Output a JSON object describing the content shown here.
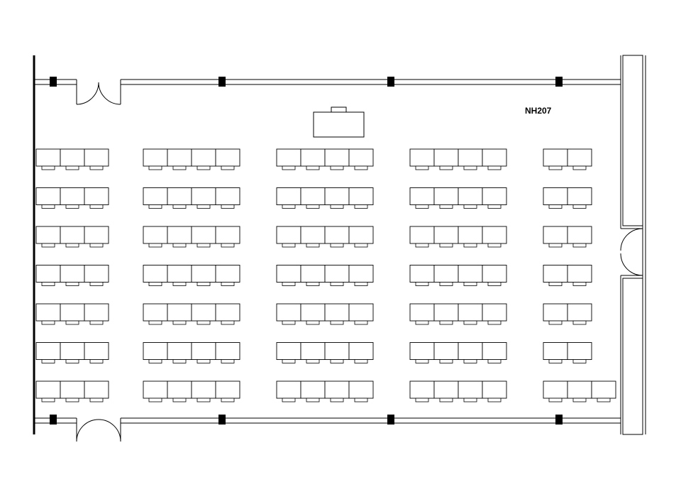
{
  "room": {
    "label": "NH207"
  },
  "layout": {
    "rows": 7,
    "columns_per_group": [
      3,
      4,
      4,
      4,
      2
    ],
    "extra_seat_row": 6
  },
  "colors": {
    "line": "#000000",
    "background": "#ffffff"
  }
}
